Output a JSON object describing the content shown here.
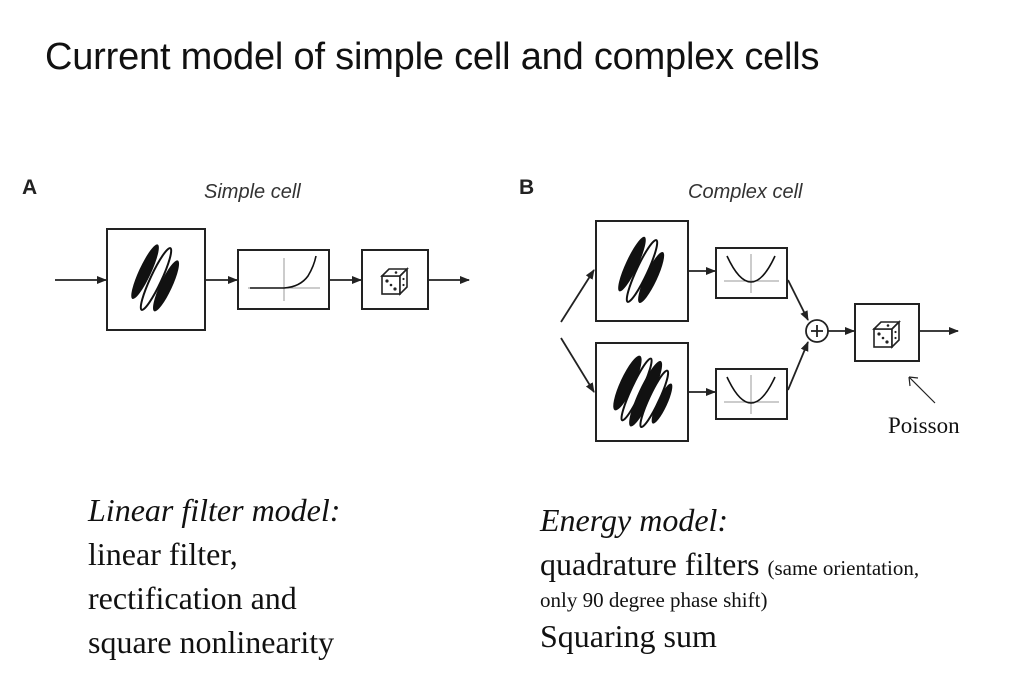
{
  "slide": {
    "title": "Current model of simple cell and complex cells"
  },
  "panel_a": {
    "letter": "A",
    "caption": "Simple cell",
    "model_heading": "Linear filter model:",
    "lines": [
      "linear filter,",
      "rectification and",
      "square nonlinearity"
    ]
  },
  "panel_b": {
    "letter": "B",
    "caption": "Complex cell",
    "annotation": "Poisson",
    "model_heading": "Energy model:",
    "line1_main": "quadrature filters",
    "line1_note": "(same orientation,",
    "line2": "only 90 degree phase shift)",
    "line3": "Squaring  sum"
  },
  "icons": {
    "dice": "dice-icon",
    "sum": "plus-circle-icon"
  }
}
